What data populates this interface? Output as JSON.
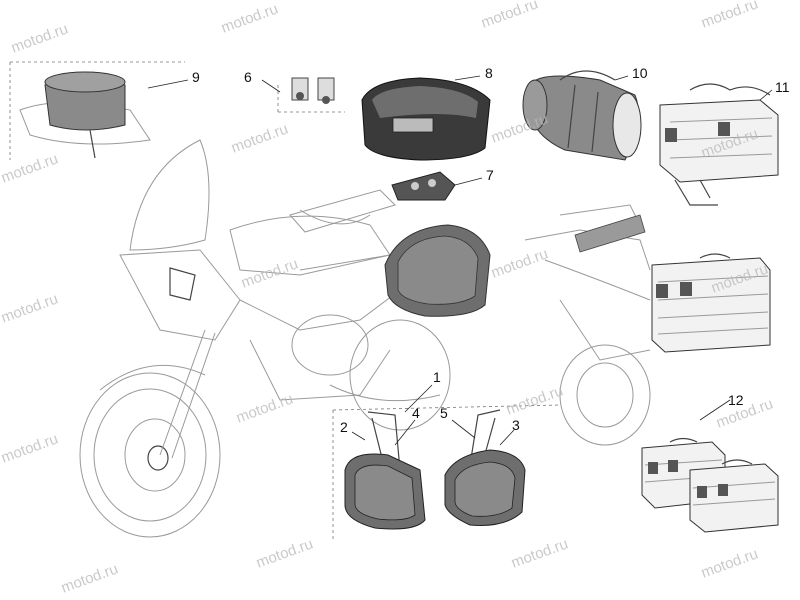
{
  "watermark": {
    "text": "motod.ru",
    "color": "#b8b8b8"
  },
  "callouts": [
    {
      "id": "callout-1",
      "label": "1"
    },
    {
      "id": "callout-2",
      "label": "2"
    },
    {
      "id": "callout-3",
      "label": "3"
    },
    {
      "id": "callout-4",
      "label": "4"
    },
    {
      "id": "callout-5",
      "label": "5"
    },
    {
      "id": "callout-6",
      "label": "6"
    },
    {
      "id": "callout-7",
      "label": "7"
    },
    {
      "id": "callout-8",
      "label": "8"
    },
    {
      "id": "callout-9",
      "label": "9"
    },
    {
      "id": "callout-10",
      "label": "10"
    },
    {
      "id": "callout-11",
      "label": "11"
    },
    {
      "id": "callout-12",
      "label": "12"
    }
  ],
  "parts": [
    {
      "name": "tank-bag",
      "ref": "9"
    },
    {
      "name": "top-case-mount-clips",
      "ref": "6"
    },
    {
      "name": "top-case",
      "ref": "8"
    },
    {
      "name": "top-case-plate",
      "ref": "7"
    },
    {
      "name": "duffel-bag",
      "ref": "10"
    },
    {
      "name": "aluminium-top-box",
      "ref": "11"
    },
    {
      "name": "side-case-kit",
      "ref": "1"
    },
    {
      "name": "side-case-left",
      "ref": "2"
    },
    {
      "name": "side-case-right",
      "ref": "3"
    },
    {
      "name": "side-case-frame-left",
      "ref": "4"
    },
    {
      "name": "side-case-frame-right",
      "ref": "5"
    },
    {
      "name": "aluminium-side-cases",
      "ref": "12"
    }
  ],
  "colors": {
    "line": "#9a9a9a",
    "dark_line": "#444444",
    "case_fill": "#6e6e6e",
    "case_dark": "#3a3a3a",
    "bag_fill": "#8a8a8a",
    "background": "#ffffff"
  }
}
